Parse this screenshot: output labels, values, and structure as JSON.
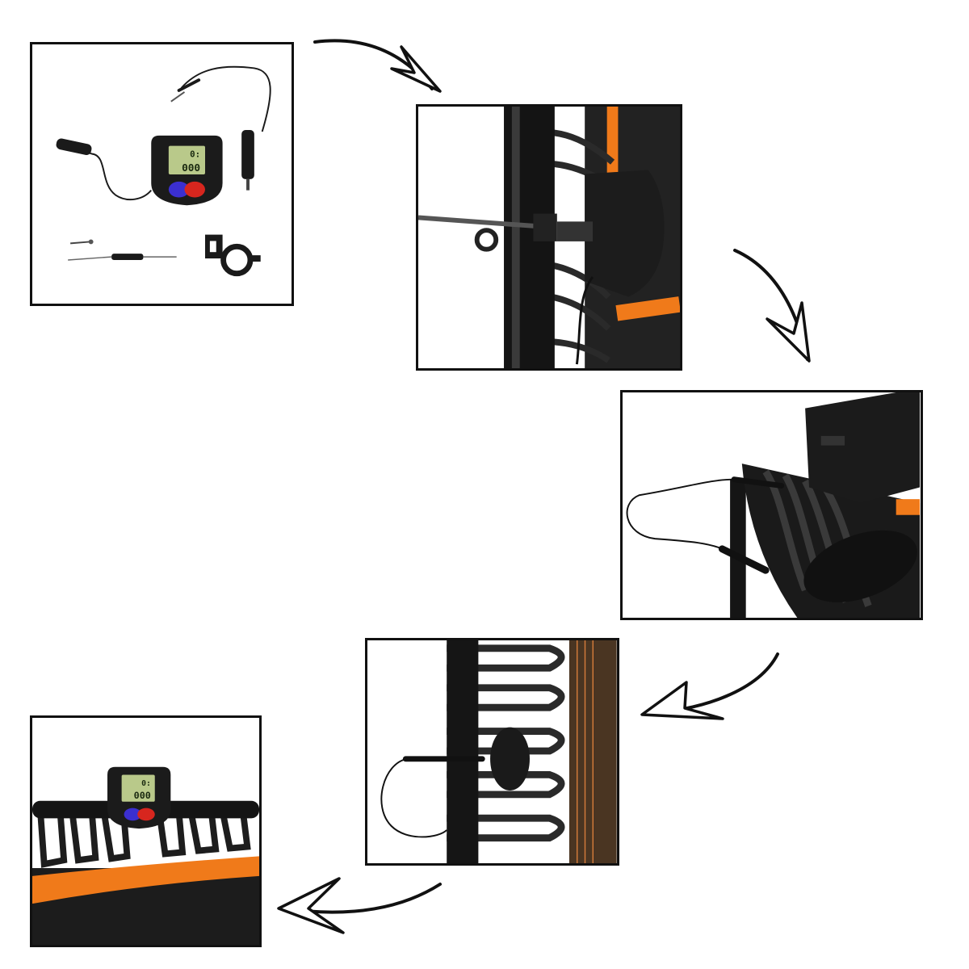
{
  "steps": [
    {
      "name": "kit-contents"
    },
    {
      "name": "mount-sensor-on-leg"
    },
    {
      "name": "connect-cable"
    },
    {
      "name": "route-cable-along-leg"
    },
    {
      "name": "display-mounted-on-frame"
    }
  ],
  "display": {
    "line1": "0:",
    "line2": "000",
    "line1_small": "0:",
    "line2_small": "000"
  },
  "icons": [
    "curved-arrow-icon"
  ],
  "colors": {
    "frame": "#111111",
    "accent_orange": "#f07a1a",
    "lcd": "#b9c98a",
    "button_blue": "#3b2fd0",
    "button_red": "#d7261e",
    "border": "#111111"
  }
}
